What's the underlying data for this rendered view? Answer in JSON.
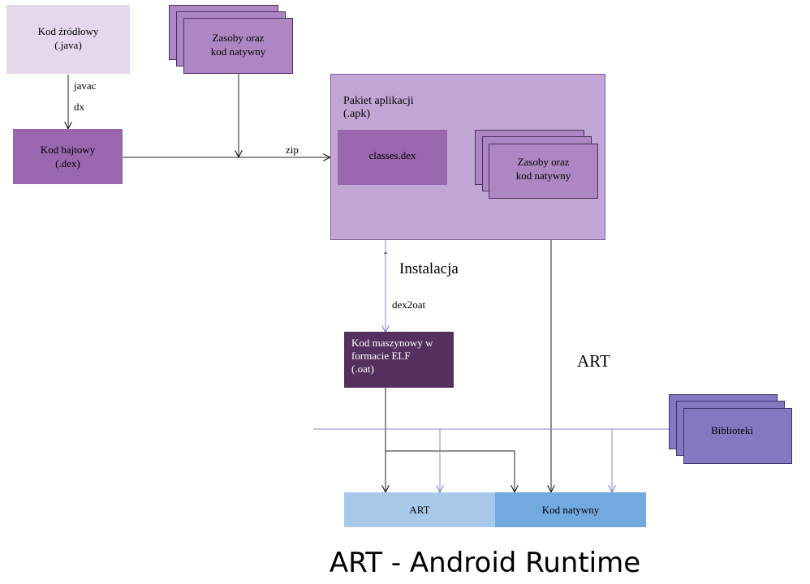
{
  "colors": {
    "source_box": "#e5d8ec",
    "bytecode_box": "#9a66ae",
    "resources_box": "#ad86c3",
    "package_box": "#c2a7d6",
    "classes_box": "#9a66ae",
    "art_container": "#c2a7d6",
    "oat_box": "#55305f",
    "art_runtime_box": "#a9c9ea",
    "native_box": "#72a9de",
    "libraries_box": "#8578c0",
    "arrow": "#222222",
    "blue_line": "#8c86c9"
  },
  "nodes": {
    "source": {
      "line1": "Kod źródłowy",
      "line2": "(.java)"
    },
    "resources_top": {
      "line1": "Zasoby oraz",
      "line2": "kod natywny"
    },
    "bytecode": {
      "line1": "Kod bajtowy",
      "line2": "(.dex)"
    },
    "package": {
      "line1": "Pakiet aplikacji",
      "line2": "(.apk)"
    },
    "classes": {
      "label": "classes.dex"
    },
    "resources_pkg": {
      "line1": "Zasoby oraz",
      "line2": "kod natywny"
    },
    "art_container": {
      "label": "ART"
    },
    "oat": {
      "line1": "Kod maszynowy w",
      "line2": "formacie ELF",
      "line3": "(.oat)"
    },
    "art_runtime": {
      "label": "ART"
    },
    "native_code": {
      "label": "Kod natywny"
    },
    "libraries": {
      "label": "Biblioteki"
    }
  },
  "edges": {
    "javac": "javac",
    "dx": "dx",
    "zip": "zip",
    "installation": "Instalacja",
    "dex2oat": "dex2oat"
  },
  "title": "ART - Android Runtime"
}
